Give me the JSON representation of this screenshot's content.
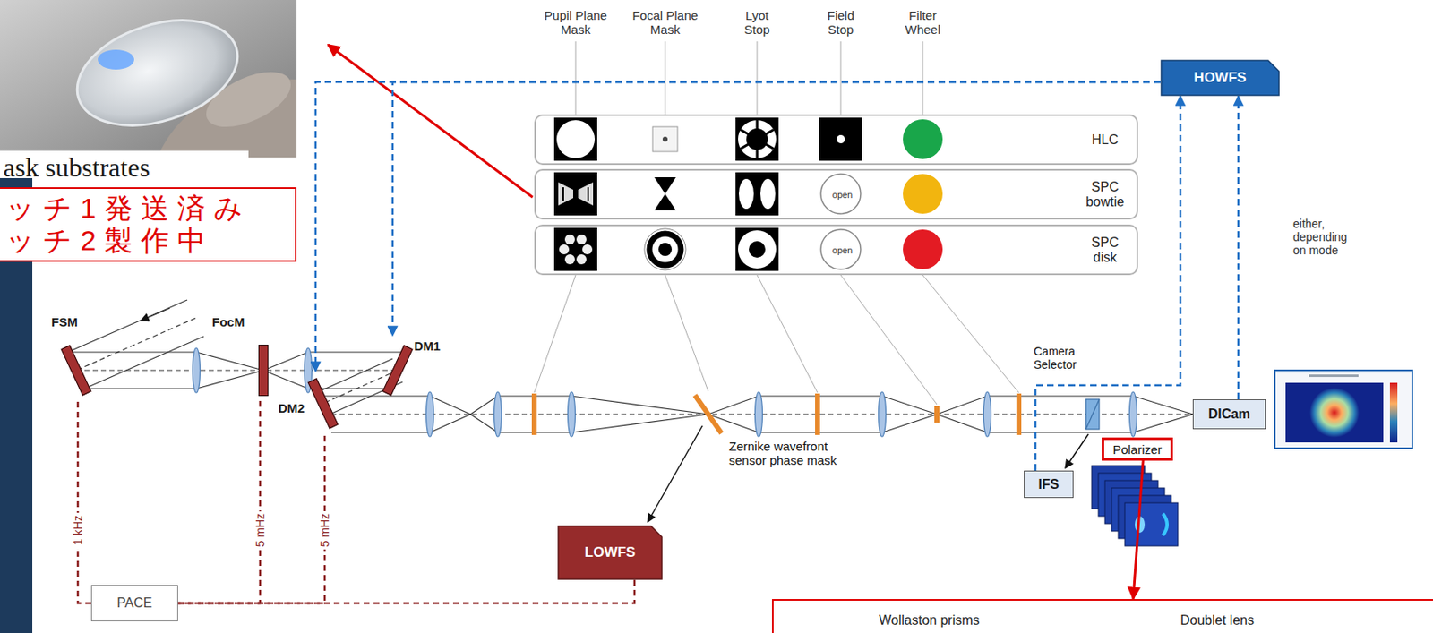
{
  "diagram": {
    "nodes": [
      {
        "text": [
          "ッチ1発送済み ッチ2製作中"
        ]
      },
      {
        "text": [
          "HOWFS"
        ]
      },
      {
        "text": [
          "HLC"
        ]
      },
      {
        "text": [
          "open",
          "SPC bowtie"
        ]
      },
      {
        "text": [
          "open",
          "SPC disk"
        ]
      },
      {
        "text": [
          "FSM"
        ]
      },
      {
        "text": [
          "FocM"
        ]
      },
      {
        "text": [
          "DM1"
        ]
      },
      {
        "text": [
          "DM2"
        ]
      },
      {
        "text": [
          "DICam"
        ]
      },
      {
        "text": [
          "Polarizer"
        ]
      },
      {
        "text": [
          "IFS"
        ]
      },
      {
        "text": [
          "LOWFS"
        ]
      },
      {
        "text": [
          "PACE"
        ]
      },
      {
        "text": [
          "Wollaston prisms",
          "Doublet lens"
        ]
      }
    ],
    "edges": [
      {
        "from": 12,
        "to": 13,
        "arrow": "none"
      },
      {
        "from": 13,
        "to": 5,
        "label": "1 kHz",
        "arrow": "none"
      },
      {
        "from": 13,
        "to": 6,
        "label": "5 mHz",
        "arrow": "none"
      },
      {
        "from": 13,
        "to": 8,
        "label": "5 mHz",
        "arrow": "none"
      },
      {
        "from": 1,
        "to": 7,
        "arrow": "to"
      },
      {
        "from": 1,
        "to": 8,
        "arrow": "to"
      },
      {
        "from": 11,
        "to": 1,
        "arrow": "to"
      },
      {
        "from": 9,
        "to": 1,
        "arrow": "to"
      },
      {
        "from": 10,
        "to": 14,
        "arrow": "to"
      }
    ],
    "labels": [
      "ask substrates",
      "Pupil Plane Mask",
      "Focal Plane Mask",
      "Lyot Stop",
      "Field Stop",
      "Filter Wheel",
      "either, depending on mode",
      "Zernike wavefront sensor phase mask",
      "Camera Selector"
    ]
  }
}
